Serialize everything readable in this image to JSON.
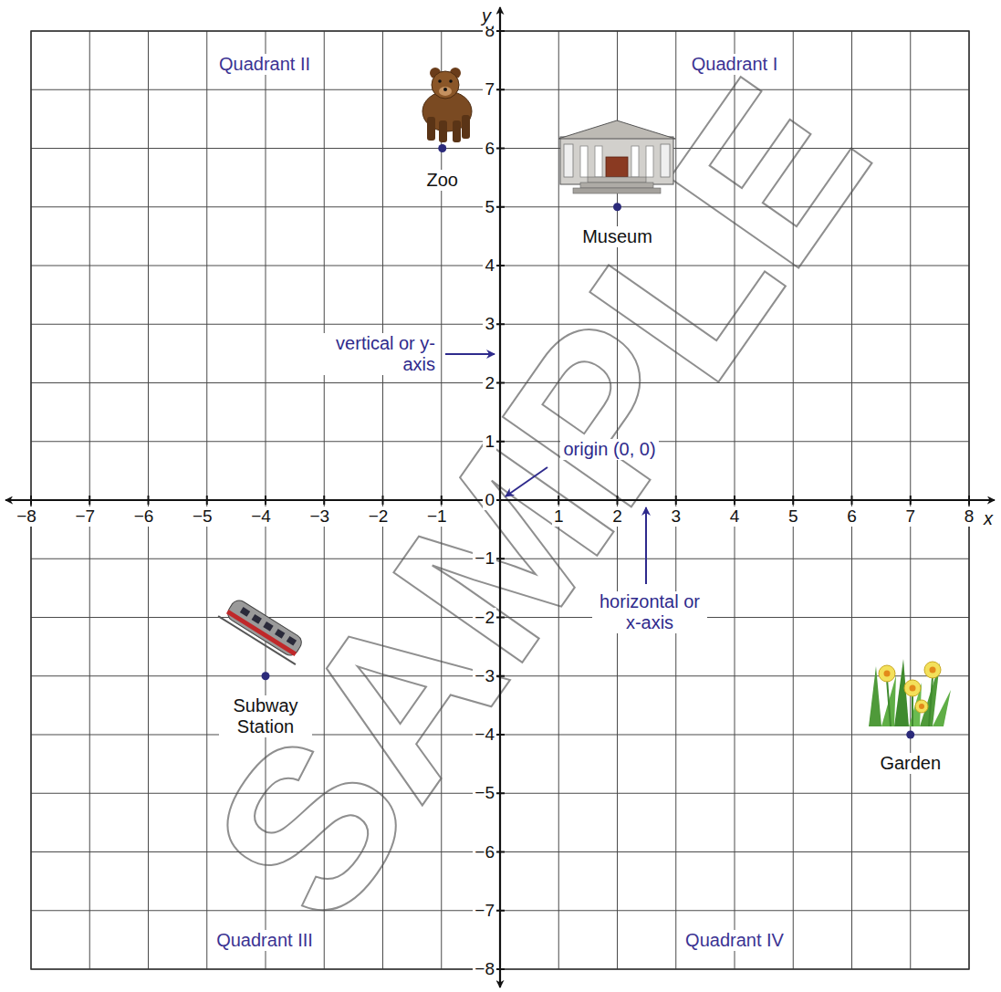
{
  "diagram": {
    "labels": [
      "−8",
      "−7",
      "−6",
      "−5",
      "−4",
      "−3",
      "−2",
      "−1",
      "1",
      "2",
      "3",
      "4",
      "5",
      "6",
      "7",
      "8",
      "8",
      "7",
      "6",
      "5",
      "4",
      "3",
      "2",
      "1",
      "0",
      "−1",
      "−2",
      "−3",
      "−4",
      "−5",
      "−6",
      "−7",
      "−8",
      "x",
      "y",
      "Quadrant II",
      "Quadrant I",
      "Zoo",
      "Museum",
      "vertical or y-axis",
      "origin (0, 0)",
      "horizontal or x-axis",
      "Subway Station",
      "Garden",
      "Quadrant III",
      "Quadrant IV",
      "SAMPLE"
    ]
  }
}
